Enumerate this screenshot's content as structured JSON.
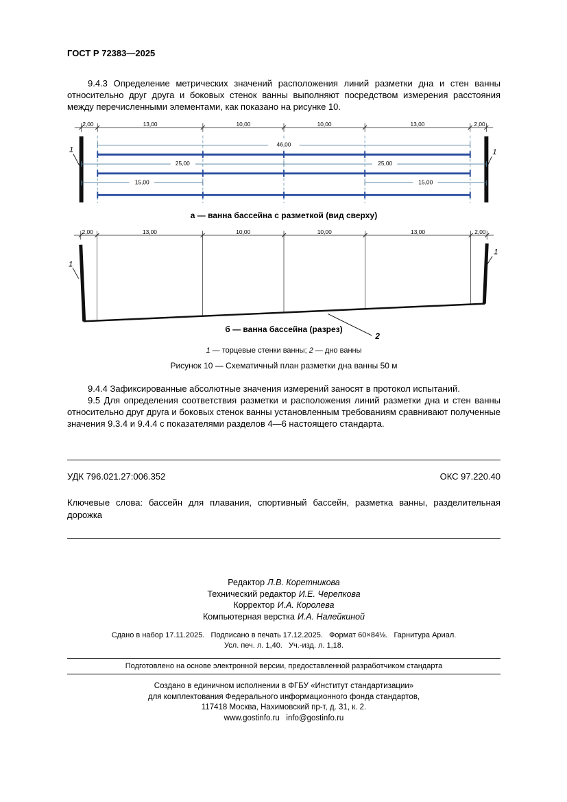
{
  "page_header": {
    "doc_number": "ГОСТ Р 72383—2025"
  },
  "sections": {
    "p_9_4_3": "9.4.3 Определение метрических значений расположения линий разметки дна и стен ванны относительно друг друга и боковых стенок ванны выполняют посредством измерения расстояния между перечисленными элементами, как показано на рисунке 10.",
    "p_9_4_4": "9.4.4 Зафиксированные абсолютные значения измерений заносят в протокол испытаний.",
    "p_9_5": "9.5 Для определения соответствия разметки и расположения линий разметки дна и стен ванны относительно друг друга и боковых стенок ванны установленным требованиям сравнивают полученные значения 9.3.4 и 9.4.4 с показателями разделов 4—6 настоящего стандарта."
  },
  "figure": {
    "dims_top": [
      "2,00",
      "13,00",
      "10,00",
      "10,00",
      "13,00",
      "2,00"
    ],
    "dim_46": "46,00",
    "dim_25": "25,00",
    "dim_15": "15,00",
    "wall_label": "1",
    "floor_label": "2",
    "caption_a": "а — ванна бассейна с разметкой (вид сверху)",
    "caption_b": "б — ванна бассейна (разрез)",
    "legend": {
      "n1": "1",
      "t1": " — торцевые стенки ванны; ",
      "n2": "2",
      "t2": " — дно ванны"
    },
    "caption": "Рисунок 10 — Схематичный план разметки дна ванны 50 м",
    "marking_line_color": "#2b4fa0",
    "dashed_line_color": "#7fa6bf"
  },
  "classification": {
    "udk": "УДК 796.021.27:006.352",
    "oks": "ОКС 97.220.40",
    "keywords": "Ключевые слова: бассейн для плавания, спортивный бассейн, разметка ванны, разделительная дорожка"
  },
  "colophon": {
    "staff": [
      {
        "role": "Редактор",
        "name": "Л.В. Коретникова"
      },
      {
        "role": "Технический редактор",
        "name": "И.Е. Черепкова"
      },
      {
        "role": "Корректор",
        "name": "И.А. Королева"
      },
      {
        "role": "Компьютерная верстка",
        "name": "И.А. Налейкиной"
      }
    ],
    "print_line_1": "Сдано в набор 17.11.2025.   Подписано в печать 17.12.2025.   Формат 60×84⅛.   Гарнитура Ариал.",
    "print_line_2": "Усл. печ. л. 1,40.   Уч.-изд. л. 1,18.",
    "prepared_note": "Подготовлено на основе электронной версии, предоставленной разработчиком стандарта",
    "publisher_lines": [
      "Создано в единичном исполнении в ФГБУ «Институт стандартизации»",
      "для комплектования Федерального информационного фонда стандартов,",
      "117418 Москва, Нахимовский пр-т, д. 31, к. 2.",
      "www.gostinfo.ru   info@gostinfo.ru"
    ]
  }
}
